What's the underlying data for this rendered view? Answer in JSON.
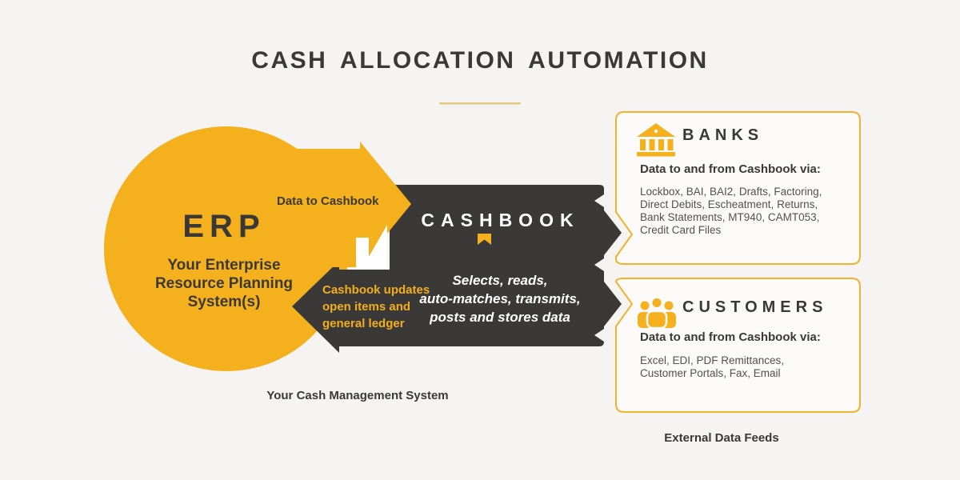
{
  "title": "CASH ALLOCATION AUTOMATION",
  "erp": {
    "heading": "ERP",
    "subtitle_lines": [
      "Your Enterprise",
      "Resource Planning",
      "System(s)"
    ],
    "caption": "Your Cash Management System"
  },
  "flows": {
    "to_cashbook_label": "Data to Cashbook",
    "from_cashbook_lines": [
      "Cashbook updates",
      "open items and",
      "general ledger"
    ]
  },
  "cashbook": {
    "heading": "CASHBOOK",
    "bookmark_icon": "bookmark-icon",
    "description_lines": [
      "Selects, reads,",
      "auto-matches, transmits,",
      "posts and stores data"
    ]
  },
  "banks": {
    "heading": "BANKS",
    "icon": "bank-icon",
    "subheading": "Data to and from Cashbook via:",
    "items_lines": [
      "Lockbox, BAI, BAI2, Drafts, Factoring,",
      "Direct Debits, Escheatment, Returns,",
      "Bank Statements, MT940, CAMT053,",
      "Credit Card Files"
    ]
  },
  "customers": {
    "heading": "CUSTOMERS",
    "icon": "people-icon",
    "subheading": "Data to and from Cashbook via:",
    "items_lines": [
      "Excel, EDI, PDF Remittances,",
      "Customer Portals, Fax, Email"
    ]
  },
  "footer": {
    "external_caption": "External Data Feeds"
  },
  "colors": {
    "yellow": "#F5B01E",
    "dark": "#3B3938",
    "background": "#F6F4F2",
    "panel": "#FCFAF8",
    "panel_border": "#F1B32B",
    "text": "#3B3938",
    "muted_text": "#55504D",
    "yellow_text": "#F2AE1A",
    "divider": "#E3CA80",
    "white": "#FFFFFF"
  }
}
